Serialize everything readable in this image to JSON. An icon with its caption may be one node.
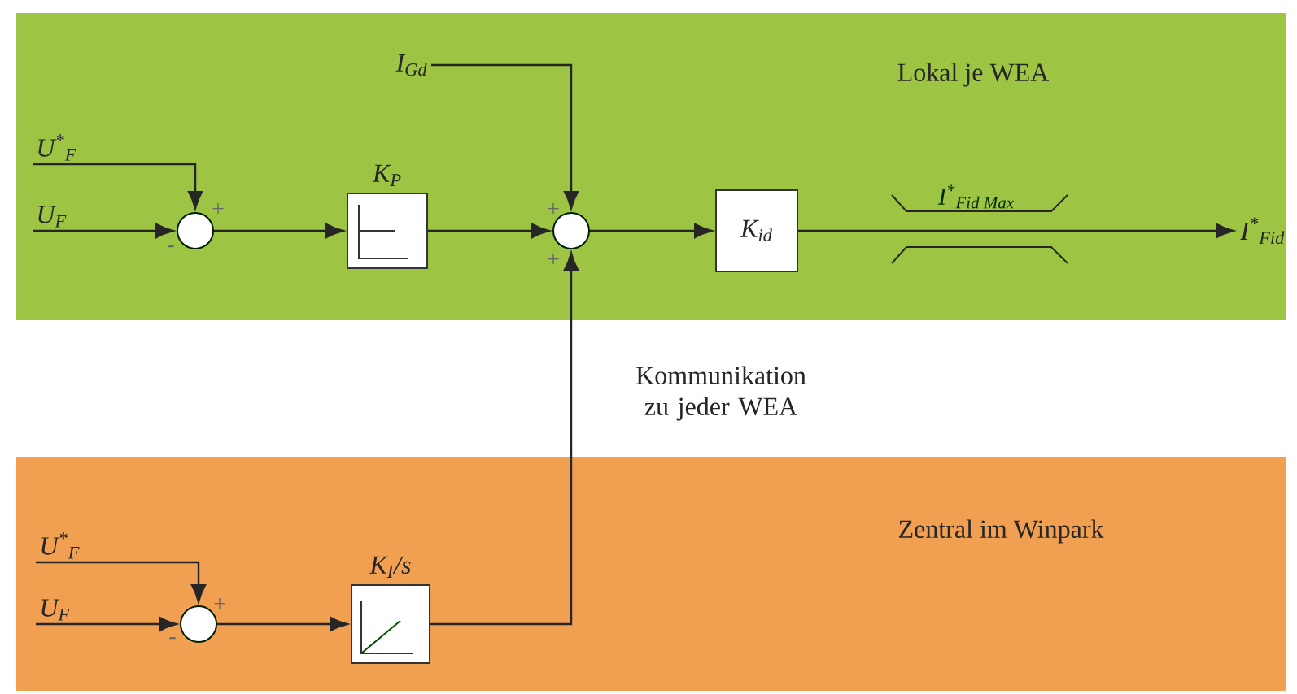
{
  "diagram": {
    "nodes": [
      {
        "text": [
          "Lokal je WEA"
        ]
      },
      {
        "text": [
          "Zentral im Winpark"
        ]
      },
      {
        "text": [
          "U$^{*}$$_{F}$"
        ],
        "in": 0
      },
      {
        "text": [
          "U$_{F}$"
        ],
        "in": 0
      },
      {
        "text": [],
        "shape": "circle",
        "in": 0
      },
      {
        "text": [
          "K$_{P}$"
        ],
        "in": 0
      },
      {
        "text": [
          "I$_{Gd}$"
        ],
        "in": 0
      },
      {
        "text": [],
        "shape": "circle",
        "in": 0
      },
      {
        "text": [
          "K$_{id}$"
        ],
        "in": 0
      },
      {
        "text": [
          "I$^{*}$$_{Fid}$"
        ],
        "in": 0
      },
      {
        "text": [
          "U$^{*}$$_{F}$"
        ],
        "in": 1
      },
      {
        "text": [
          "U$_{F}$"
        ],
        "in": 1
      },
      {
        "text": [],
        "shape": "circle",
        "in": 1
      },
      {
        "text": [
          "K$_{I}$/s"
        ],
        "in": 1
      }
    ],
    "edges": [
      {
        "from": 2,
        "to": 4,
        "arrow": "to"
      },
      {
        "from": 3,
        "to": 4,
        "arrow": "to"
      },
      {
        "from": 4,
        "to": 5,
        "arrow": "to"
      },
      {
        "from": 5,
        "to": 7,
        "arrow": "to"
      },
      {
        "from": 6,
        "to": 7,
        "arrow": "to"
      },
      {
        "from": 7,
        "to": 8,
        "arrow": "to"
      },
      {
        "from": 8,
        "to": 9,
        "arrow": "to"
      },
      {
        "from": 10,
        "to": 12,
        "arrow": "to"
      },
      {
        "from": 11,
        "to": 12,
        "arrow": "to"
      },
      {
        "from": 12,
        "to": 13,
        "arrow": "to"
      },
      {
        "from": 13,
        "to": 7,
        "arrow": "to",
        "label": "Kommunikation zu jeder WEA"
      }
    ],
    "labels": [
      "I$^{*}$$_{Fid Max}$",
      "+",
      "-",
      "+",
      "+",
      "+",
      "-"
    ]
  }
}
